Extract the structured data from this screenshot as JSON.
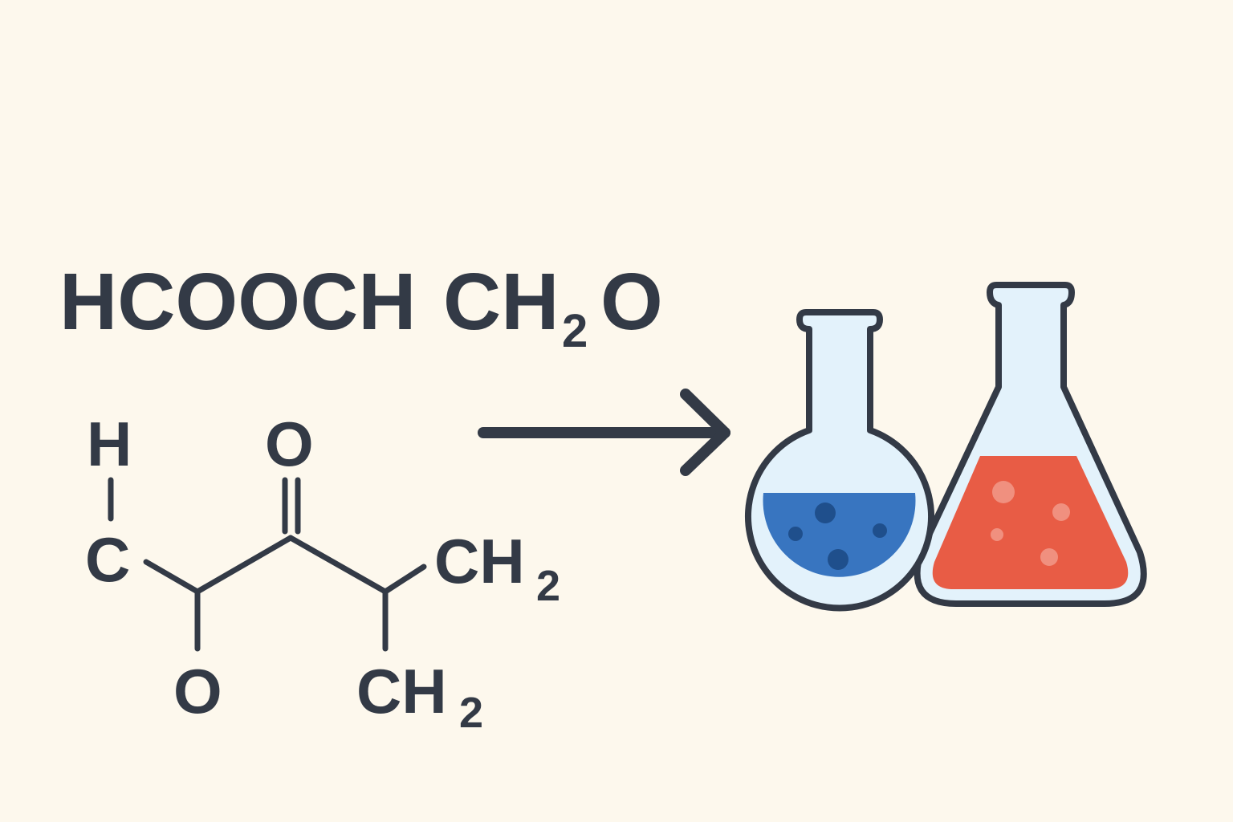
{
  "formula": {
    "part1": "HCOOCH",
    "part2": "CH",
    "subscript": "2",
    "part3": "O"
  },
  "structure": {
    "h_label": "H",
    "c_label": "C",
    "o_top_label": "O",
    "o_bottom_label": "O",
    "ch2_right_label": "CH",
    "ch2_right_sub": "2",
    "ch2_bottom_label": "CH",
    "ch2_bottom_sub": "2"
  },
  "colors": {
    "background": "#fdf8ed",
    "ink": "#333a46",
    "glass": "#e3f2fb",
    "blue_liquid": "#3875c0",
    "red_liquid": "#e85c45"
  },
  "icons": {
    "arrow": "right-arrow-icon",
    "round_flask": "round-bottom-flask-icon",
    "conical_flask": "erlenmeyer-flask-icon"
  }
}
